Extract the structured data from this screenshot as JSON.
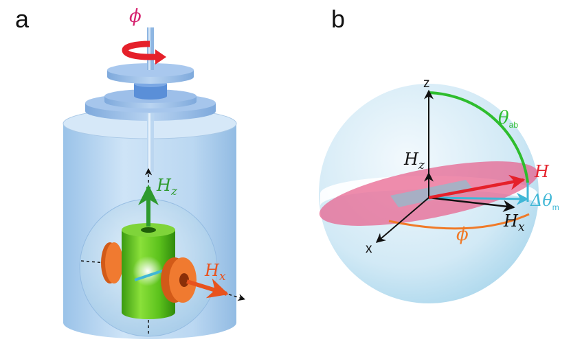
{
  "panel_a": {
    "label": "a",
    "rotation_symbol": "ϕ",
    "hz_symbol": "H",
    "hz_sub": "z",
    "hx_symbol": "H",
    "hx_sub": "x"
  },
  "panel_b": {
    "label": "b",
    "axis_z": "z",
    "axis_x": "x",
    "theta_symbol": "θ",
    "theta_sub": "ab",
    "h_symbol": "H",
    "hz_symbol": "H",
    "hz_sub": "z",
    "hx_symbol": "H",
    "hx_sub": "x",
    "dtheta_symbol": "Δθ",
    "dtheta_sub": "m",
    "phi_symbol": "ϕ"
  },
  "colors": {
    "hz_green": "#2e9a2e",
    "theta_green": "#2ebd2e",
    "h_red": "#e5202a",
    "hx_orange": "#e8531e",
    "phi_orange": "#f07a28",
    "dtheta_cyan": "#3fb7d6",
    "phi_magenta": "#d6236f",
    "disc_pink": "#e8608c",
    "cylinder_blue": "#a9cdee",
    "green_cylinder": "#66cc22",
    "coil_orange": "#f07a30"
  }
}
